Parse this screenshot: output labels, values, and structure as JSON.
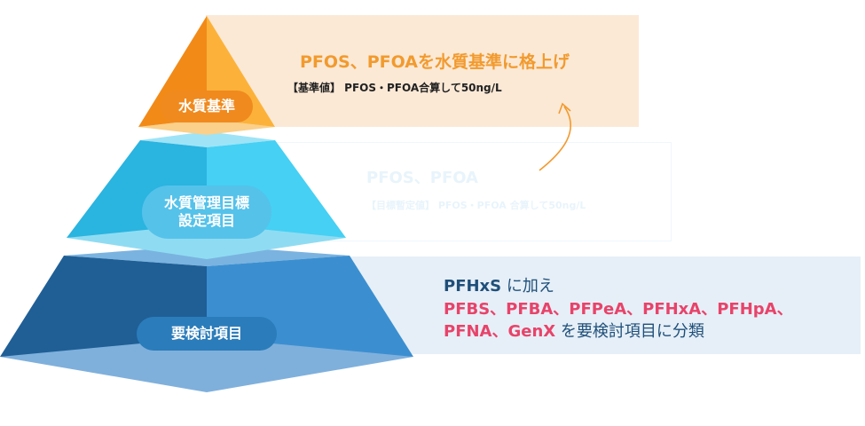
{
  "tiers": {
    "top": {
      "label": "水質基準",
      "title": "PFOS、PFOAを水質基準に格上げ",
      "subtitle": "【基準値】 PFOS・PFOA合算して50ng/L",
      "color": "#f39c1e"
    },
    "middle": {
      "label_line1": "水質管理目標",
      "label_line2": "設定項目",
      "title": "PFOS、PFOA",
      "subtitle": "【目標暫定値】 PFOS・PFOA 合算して50ng/L",
      "color": "#3dc7ec"
    },
    "bottom": {
      "label": "要検討項目",
      "line1_a": "PFHxS",
      "line1_b": " に加え",
      "line2": "PFBS、PFBA、PFPeA、PFHxA、PFHpA、",
      "line3_a": "PFNA、GenX",
      "line3_b": " を要検討項目に分類",
      "color": "#2d86c5"
    }
  }
}
